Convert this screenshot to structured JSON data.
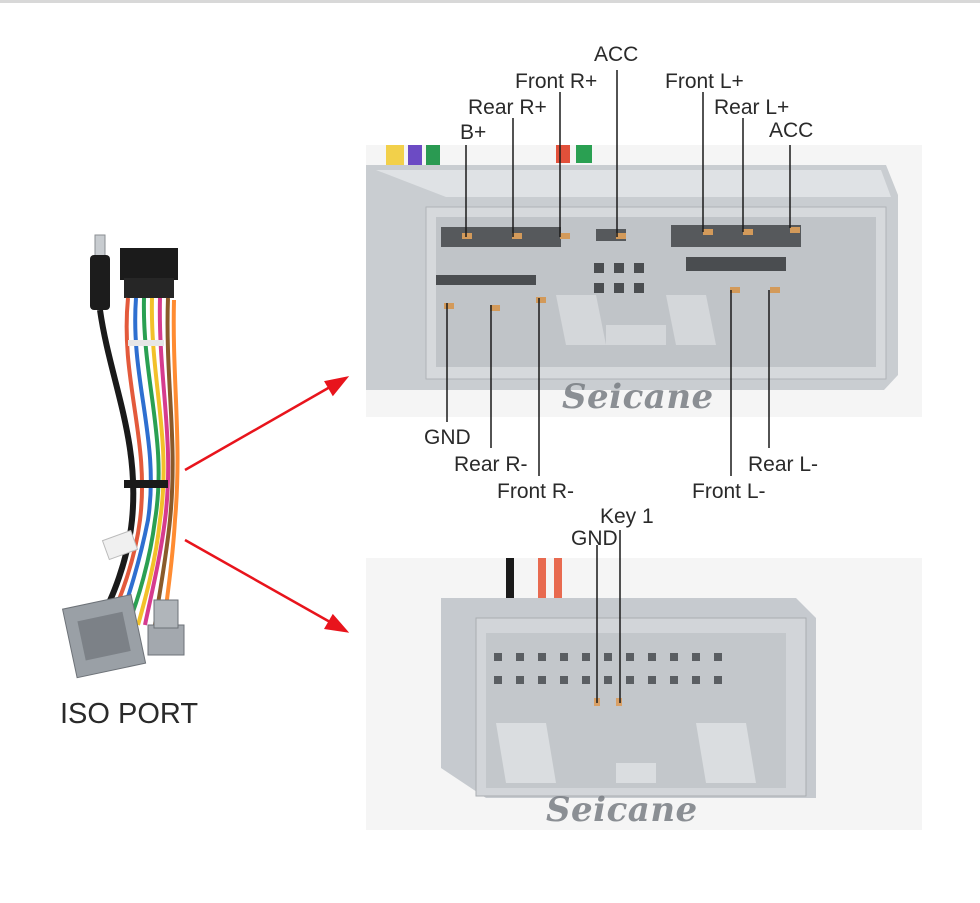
{
  "harness": {
    "label": "ISO PORT"
  },
  "top_connector": {
    "watermark": "Seicane",
    "pins_top": [
      "ACC",
      "Front R+",
      "Rear R+",
      "B+",
      "Front L+",
      "Rear L+",
      "ACC"
    ],
    "pins_bottom": [
      "GND",
      "Rear R-",
      "Front R-",
      "Front L-",
      "Rear L-"
    ]
  },
  "bottom_connector": {
    "watermark": "Seicane",
    "pins": [
      "Key 1",
      "GND"
    ]
  },
  "colors": {
    "arrow": "#e8141c",
    "connector_shell": "#c9cdd1",
    "leader_line": "#1a1a1a"
  }
}
